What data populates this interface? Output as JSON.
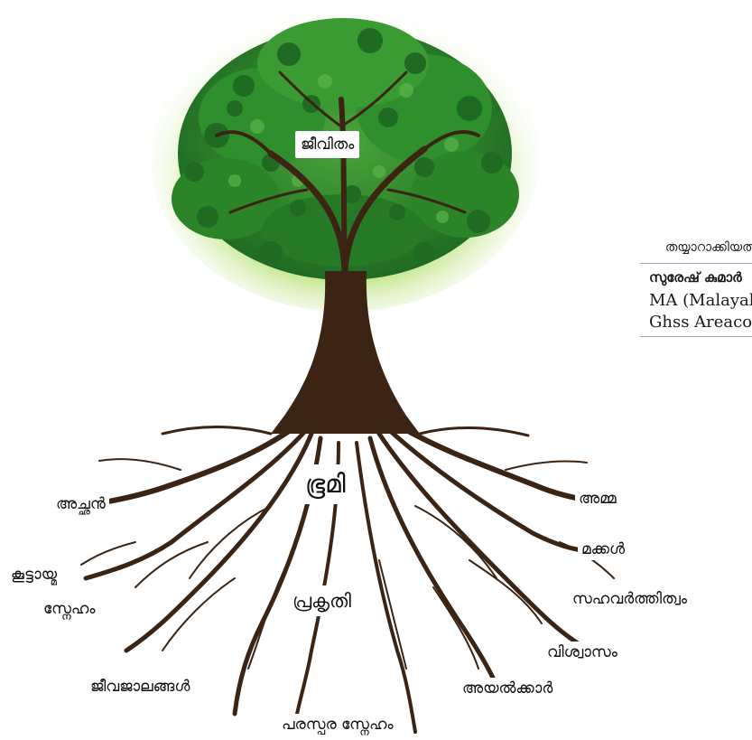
{
  "diagram": {
    "center_label": "ജീവിതം",
    "trunk_label": "ഭൂമി",
    "root_center_label": "പ്രകൃതി",
    "left_labels": [
      "അച്ഛൻ",
      "കൂട്ടായ്മ",
      "സ്നേഹം",
      "ജീവജാലങ്ങൾ"
    ],
    "right_labels": [
      "അമ്മ",
      "മക്കൾ",
      "സഹവർത്തിത്വം",
      "വിശ്വാസം",
      "അയൽക്കാർ"
    ],
    "bottom_label": "പരസ്പര സ്നേഹം"
  },
  "credit": {
    "heading": "തയ്യാറാക്കിയത്",
    "name": "സുരേഷ് കുമാർ",
    "degree": "MA (Malayalam)",
    "school": "Ghss Areacode"
  },
  "colors": {
    "canopy": "#2f8f2c",
    "leaf_dark": "#1f6b23",
    "glow": "#b9e27a",
    "trunk": "#3b2414",
    "rule": "#8fa7c4"
  }
}
